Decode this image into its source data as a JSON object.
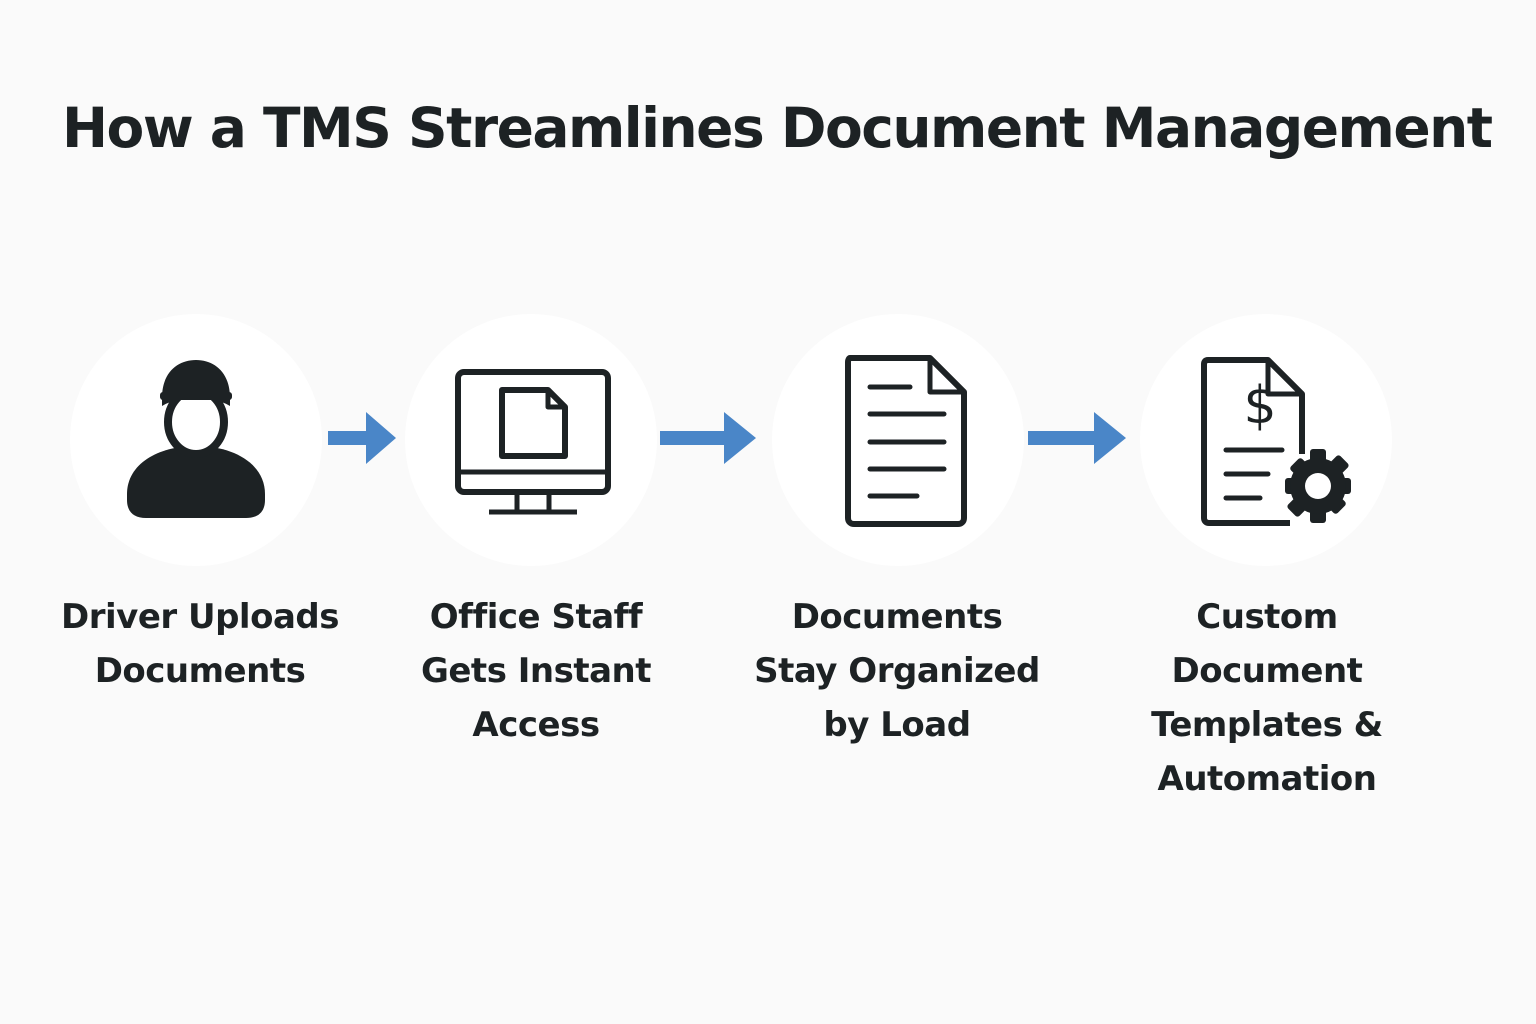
{
  "title": "How a TMS Streamlines Document Management",
  "colors": {
    "icon": "#1d2224",
    "arrow": "#4a86c8",
    "circle": "#ffffff",
    "background": "#fafafa"
  },
  "steps": [
    {
      "icon": "driver-icon",
      "label_lines": [
        "Driver Uploads",
        "Documents"
      ]
    },
    {
      "icon": "monitor-document-icon",
      "label_lines": [
        "Office Staff",
        "Gets Instant",
        "Access"
      ]
    },
    {
      "icon": "document-icon",
      "label_lines": [
        "Documents",
        "Stay Organized",
        "by Load"
      ]
    },
    {
      "icon": "invoice-gear-icon",
      "label_lines": [
        "Custom",
        "Document",
        "Templates &",
        "Automation"
      ]
    }
  ]
}
